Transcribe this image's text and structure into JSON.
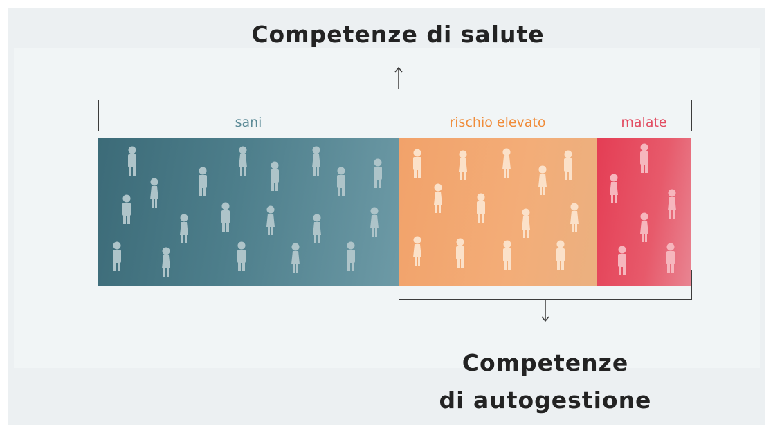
{
  "title_top": "Competenze di salute",
  "title_bottom": [
    "Competenze",
    "di autogestione"
  ],
  "segments": [
    {
      "key": "healthy",
      "label": "sani",
      "label_color": "#5c8b97",
      "person_color": "#aec4c9"
    },
    {
      "key": "risk",
      "label": "rischio elevato",
      "label_color": "#f08c3a",
      "person_color": "#fbe1c9"
    },
    {
      "key": "sick",
      "label": "malate",
      "label_color": "#e24d62",
      "person_color": "#f6b6bd"
    }
  ],
  "colors": {
    "background": "#ecf0f2",
    "text": "#232323",
    "bracket": "#3c3c3c"
  }
}
